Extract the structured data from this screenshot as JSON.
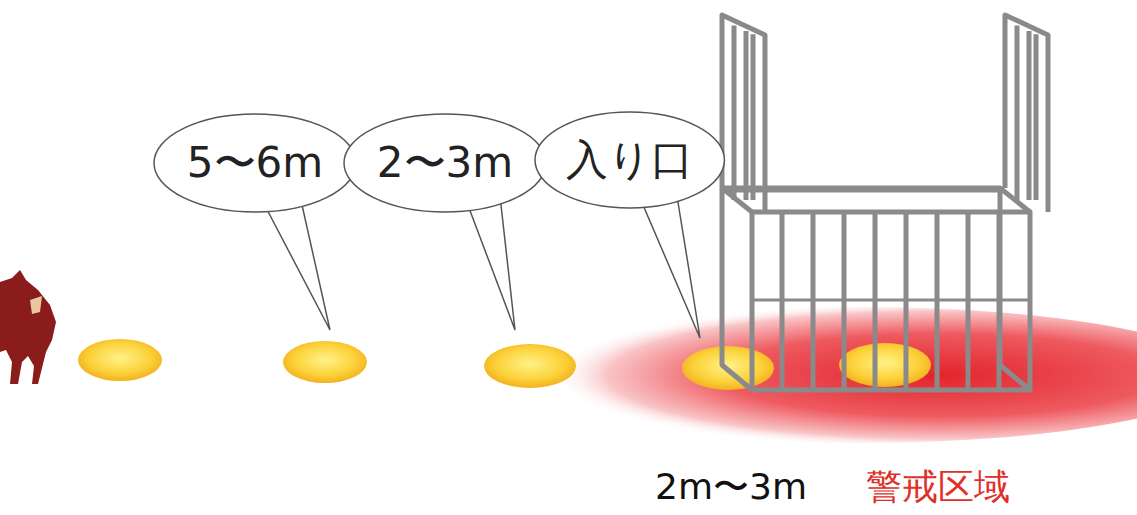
{
  "diagram": {
    "nodes": [
      {
        "text": [
          "5〜6m"
        ]
      },
      {
        "text": [
          "2〜3m"
        ]
      },
      {
        "text": [
          "入り口"
        ]
      }
    ],
    "labels": [
      "2m〜3m",
      "警戒区域"
    ]
  }
}
